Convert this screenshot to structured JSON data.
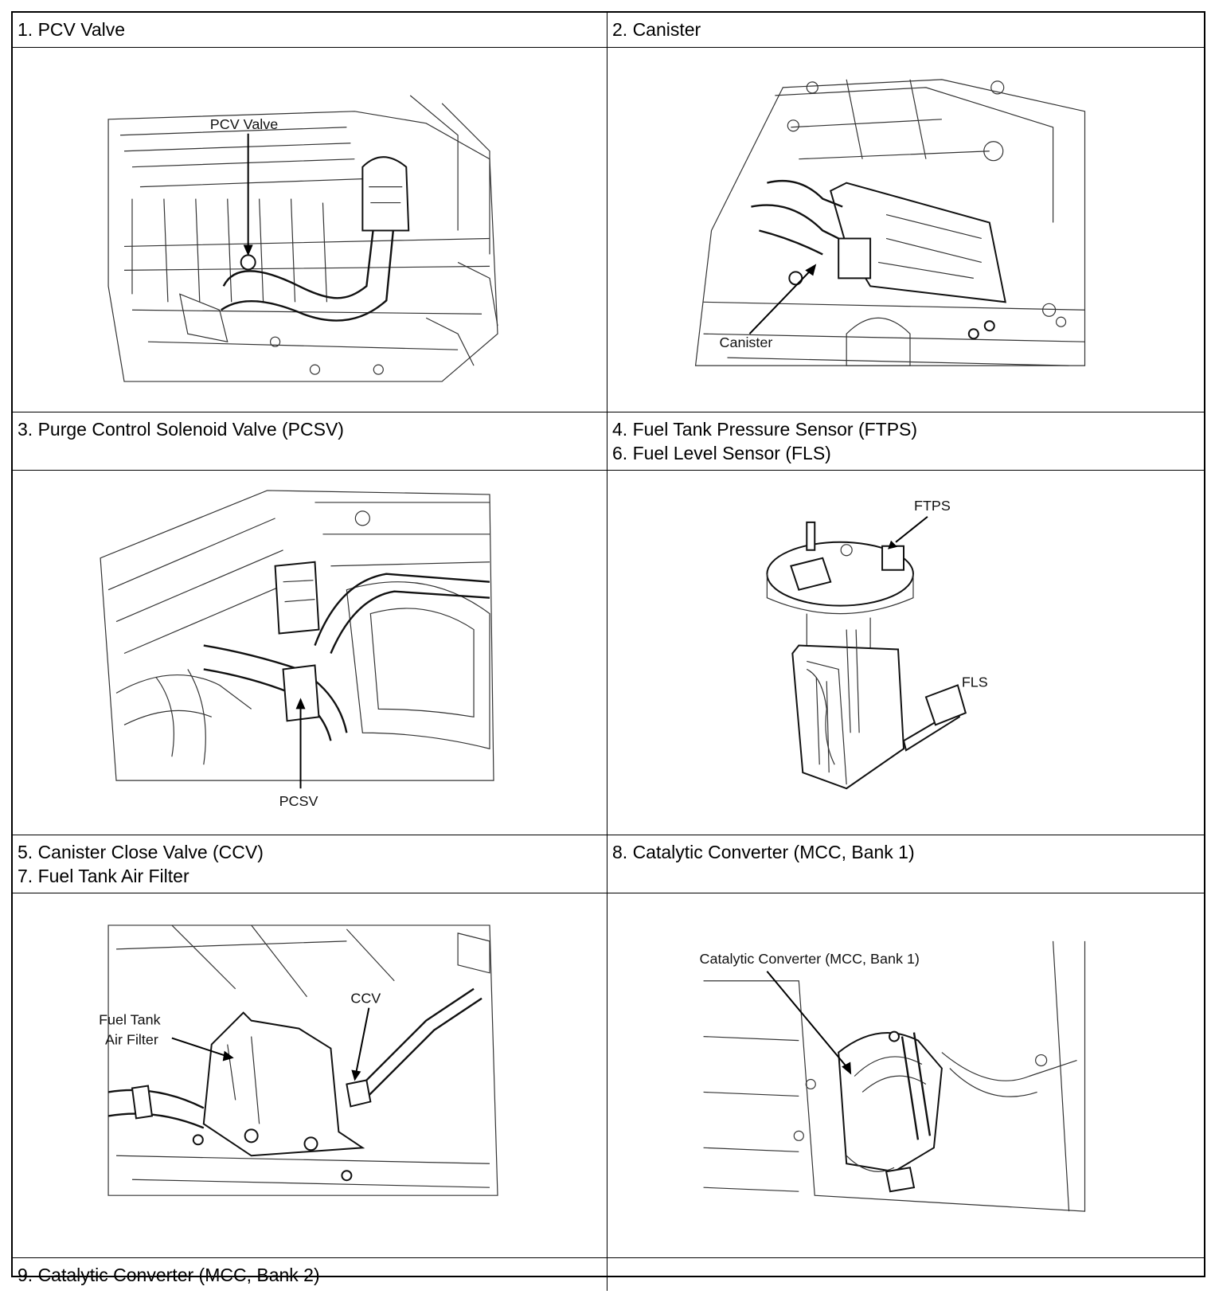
{
  "headers": {
    "r1c1": [
      "1. PCV Valve"
    ],
    "r1c2": [
      "2. Canister"
    ],
    "r3c1": [
      "3. Purge Control Solenoid Valve (PCSV)"
    ],
    "r3c2": [
      "4. Fuel Tank Pressure Sensor (FTPS)",
      "6. Fuel Level Sensor (FLS)"
    ],
    "r5c1": [
      "5. Canister Close Valve (CCV)",
      "7. Fuel Tank Air Filter"
    ],
    "r5c2": [
      "8. Catalytic Converter (MCC, Bank 1)"
    ],
    "r7c1": [
      "9. Catalytic Converter (MCC, Bank 2)"
    ],
    "r7c2": []
  },
  "callouts": {
    "pcv_valve": "PCV Valve",
    "canister": "Canister",
    "pcsv": "PCSV",
    "ftps": "FTPS",
    "fls": "FLS",
    "fuel_tank": "Fuel Tank",
    "air_filter": "Air Filter",
    "ccv": "CCV",
    "catalytic_converter": "Catalytic Converter (MCC, Bank 1)"
  }
}
